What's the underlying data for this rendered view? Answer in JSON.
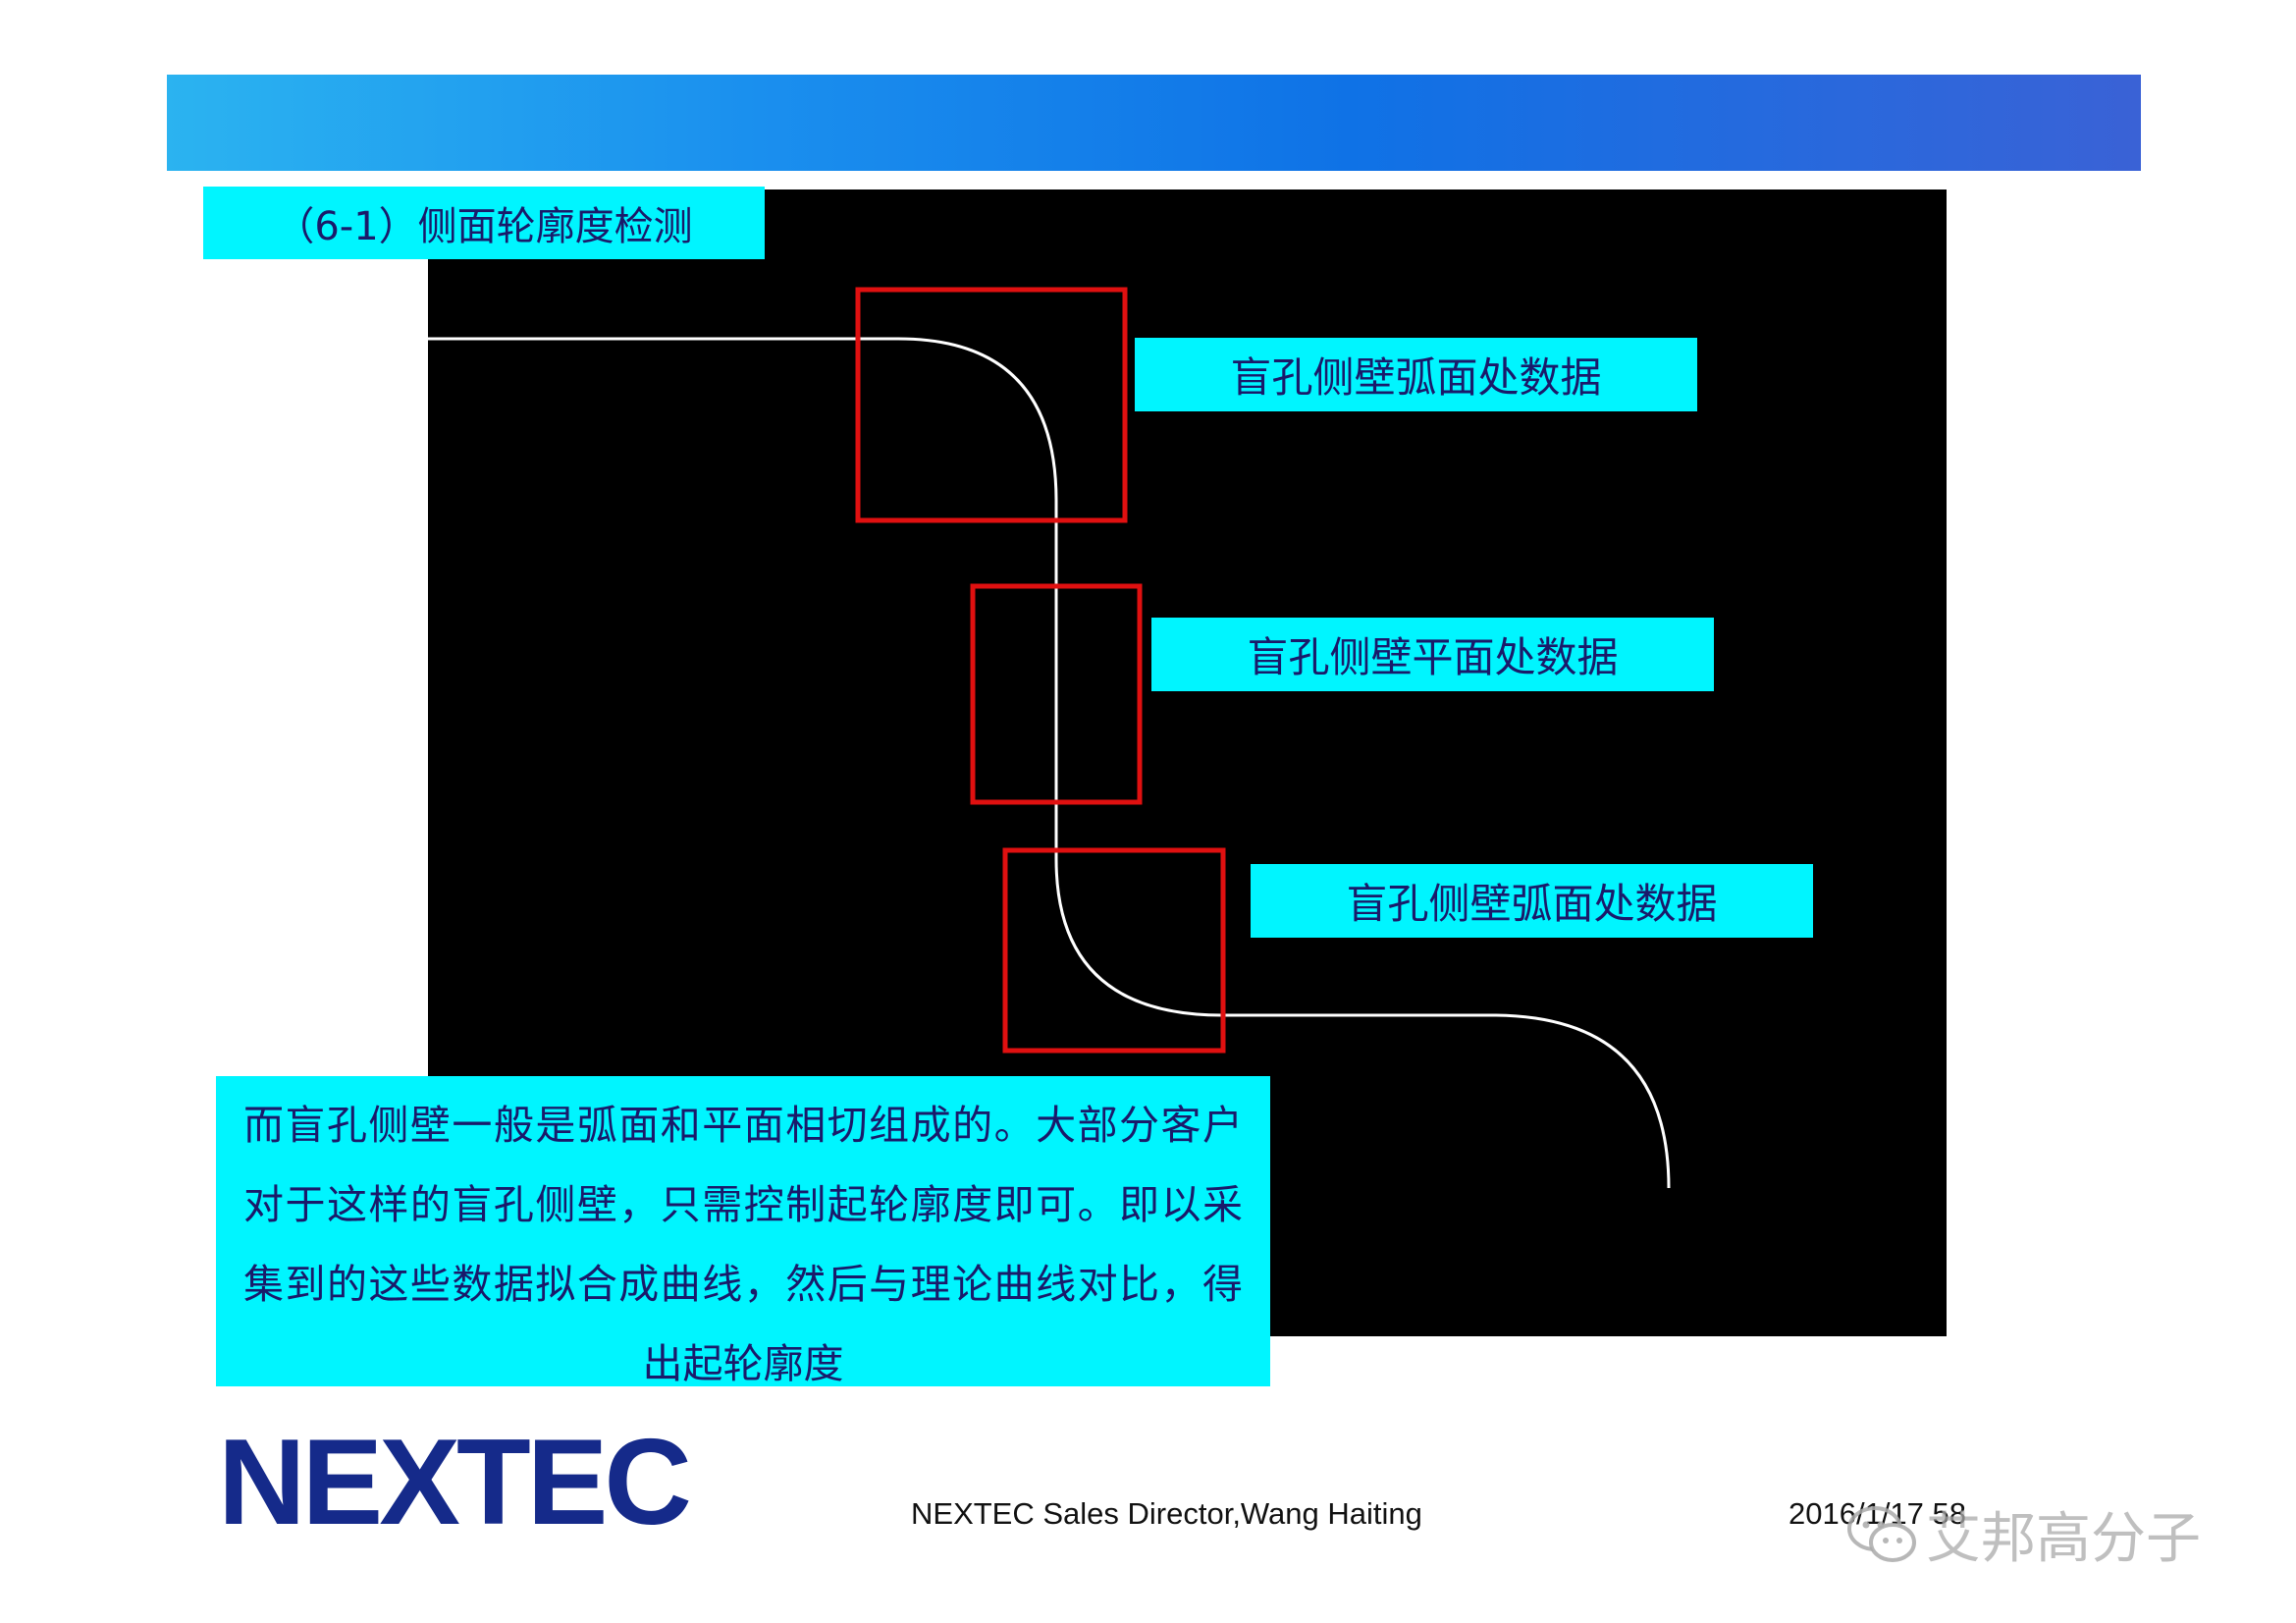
{
  "slide": {
    "title": "（6-1）侧面轮廓度检测",
    "labels": {
      "arc_top": "盲孔侧壁弧面处数据",
      "plane": "盲孔侧壁平面处数据",
      "arc_bottom": "盲孔侧壁弧面处数据"
    },
    "description": "而盲孔侧壁一般是弧面和平面相切组成的。大部分客户对于这样的盲孔侧壁，只需控制起轮廓度即可。即以采集到的这些数据拟合成曲线，然后与理论曲线对比，得出起轮廓度"
  },
  "footer": {
    "logo": "NEXTEC",
    "author": "NEXTEC Sales Director,Wang Haiting",
    "date_page": "2016/1/17   58"
  },
  "watermark": {
    "text": "艾邦高分子",
    "icon": "wechat-icon"
  },
  "colors": {
    "header_gradient_start": "#2bb3f0",
    "header_gradient_end": "#3a62d6",
    "label_bg": "#00f5ff",
    "highlight_box": "#e01010",
    "panel_bg": "#000000",
    "logo": "#152a8a"
  }
}
